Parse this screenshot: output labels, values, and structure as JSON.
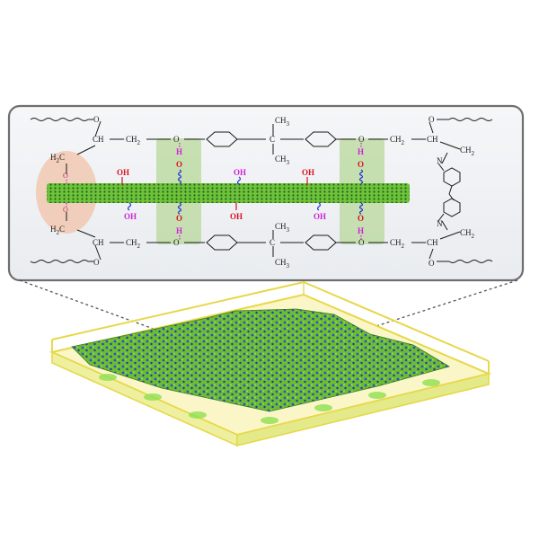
{
  "labels": {
    "O": "O",
    "CH": "CH",
    "CH2": "CH",
    "H2C": "H",
    "CH3": "CH",
    "C": "C",
    "N": "N",
    "OH": "OH",
    "H": "H",
    "sub2": "2",
    "sub3": "3"
  },
  "colors": {
    "panel_border": "#6e6e6e",
    "panel_bg": "#f1f3f6",
    "nanofiller": "#6cc43a",
    "nanofiller_dots": "#1e4a12",
    "highlight_green": "#bcd9a0",
    "highlight_orange": "#f0c3a8",
    "hbond_red": "#d8121f",
    "hbond_magenta": "#d11fd6",
    "spring_blue": "#1f2fd6",
    "film_frame": "#e6d84a",
    "film_fill": "#7ac83a",
    "film_blue": "#2a4fd0"
  }
}
